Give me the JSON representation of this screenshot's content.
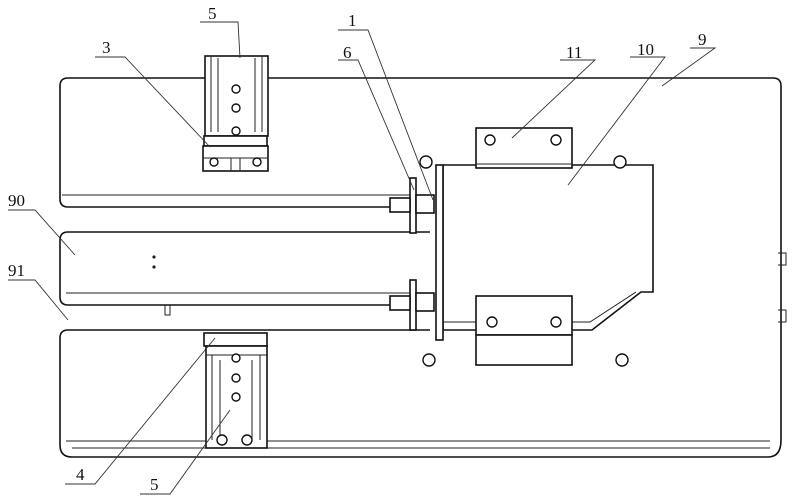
{
  "title": "Patent mechanical drawing – top view of fixture plate assembly",
  "labels": {
    "part_1": "1",
    "part_3": "3",
    "part_4": "4",
    "part_5_top": "5",
    "part_5_bottom": "5",
    "part_6": "6",
    "part_9": "9",
    "part_10": "10",
    "part_11": "11",
    "part_90": "90",
    "part_91": "91"
  }
}
